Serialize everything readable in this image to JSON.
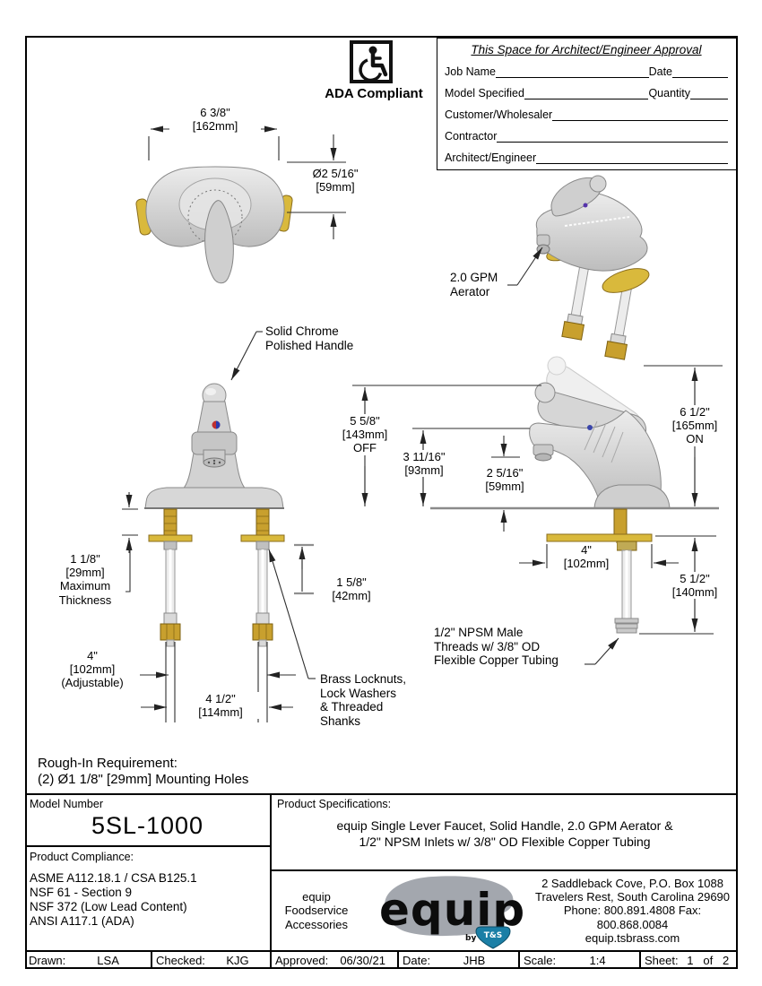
{
  "ada": {
    "label": "ADA Compliant"
  },
  "approval": {
    "title": "This Space for Architect/Engineer Approval",
    "job_name": "Job Name",
    "date": "Date",
    "model_specified": "Model Specified",
    "quantity": "Quantity",
    "customer": "Customer/Wholesaler",
    "contractor": "Contractor",
    "architect": "Architect/Engineer"
  },
  "callouts": {
    "handle": "Solid Chrome\nPolished Handle",
    "aerator": "2.0 GPM\nAerator",
    "brass": "Brass Locknuts,\nLock Washers\n& Threaded\nShanks",
    "npsm": "1/2\" NPSM Male\nThreads w/ 3/8\" OD\nFlexible Copper Tubing"
  },
  "dims": {
    "top_width": "6 3/8\"\n[162mm]",
    "top_dia": "Ø2 5/16\"\n[59mm]",
    "off": "5 5/8\"\n[143mm]\nOFF",
    "spout_height": "3 11/16\"\n[93mm]",
    "spout_tip": "2 5/16\"\n[59mm]",
    "on": "6 1/2\"\n[165mm]\nON",
    "thickness": "1 1/8\"\n[29mm]\nMaximum\nThickness",
    "adjustable": "4\"\n[102mm]\n(Adjustable)",
    "centers": "4 1/2\"\n[114mm]",
    "locknut": "1 5/8\"\n[42mm]",
    "washer": "4\"\n[102mm]",
    "tube": "5 1/2\"\n[140mm]"
  },
  "rough_in": {
    "text": "Rough-In Requirement:\n(2)  Ø1 1/8\" [29mm] Mounting Holes"
  },
  "title_block": {
    "model_number_label": "Model Number",
    "model_number": "5SL-1000",
    "specs_label": "Product Specifications:",
    "specs_line1": "equip Single Lever Faucet, Solid Handle, 2.0 GPM Aerator &",
    "specs_line2": "1/2\" NPSM Inlets w/ 3/8\" OD Flexible Copper Tubing",
    "compliance_label": "Product Compliance:",
    "compliance": [
      "ASME A112.18.1 / CSA B125.1",
      "NSF 61 - Section 9",
      "NSF 372 (Low Lead Content)",
      "ANSI A117.1 (ADA)"
    ],
    "company": {
      "tagline": "equip\nFoodservice\nAccessories",
      "logo_text": "equip",
      "by": "by",
      "ts": "T&S",
      "address1": "2 Saddleback Cove, P.O. Box 1088",
      "address2": "Travelers Rest, South Carolina 29690",
      "address3": "Phone: 800.891.4808  Fax: 800.868.0084",
      "address4": "equip.tsbrass.com"
    },
    "footer": [
      {
        "label": "Drawn:",
        "value": "LSA"
      },
      {
        "label": "Checked:",
        "value": "KJG"
      },
      {
        "label": "Approved:",
        "value": "06/30/21"
      },
      {
        "label": "Date:",
        "value": "JHB"
      },
      {
        "label": "Scale:",
        "value": "1:4"
      },
      {
        "label": "Sheet:",
        "value": "1   of   2"
      }
    ]
  }
}
